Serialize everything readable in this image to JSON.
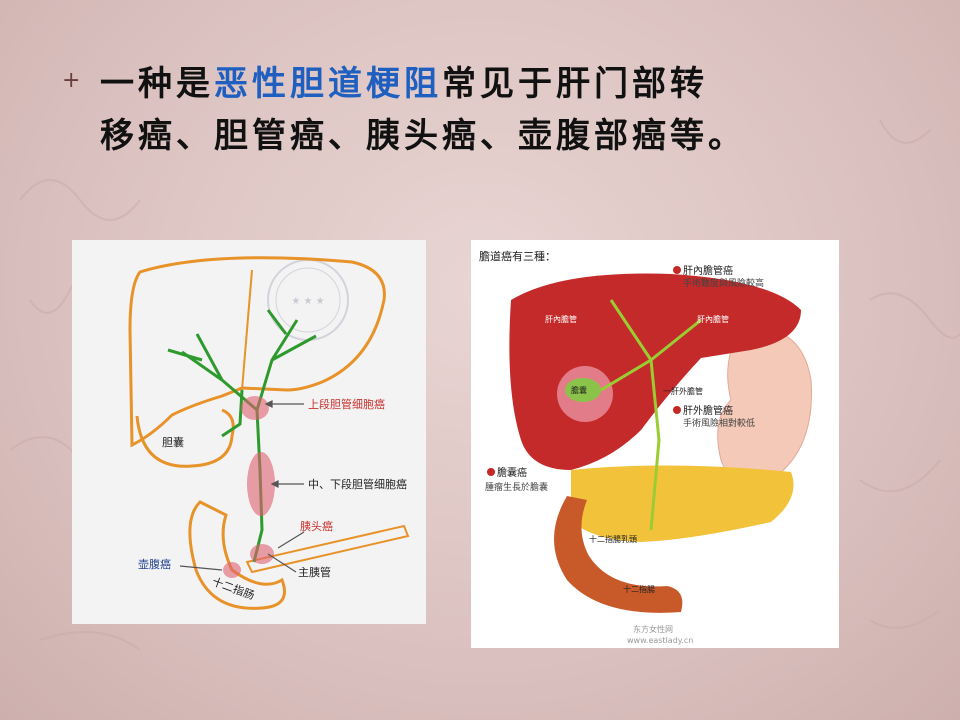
{
  "bullet": {
    "line1_pre": "一种是",
    "line1_highlight": "恶性胆道梗阻",
    "line1_post": "常见于肝门部转",
    "line2": "移癌、胆管癌、胰头癌、壶腹部癌等。"
  },
  "left_diagram": {
    "label_upper": "上段胆管细胞癌",
    "label_mid": "中、下段胆管细胞癌",
    "label_pancreas_head": "胰头癌",
    "label_main_duct": "主胰管",
    "label_ampulla": "壶腹癌",
    "label_gallbladder": "胆囊",
    "label_duodenum": "十二指肠"
  },
  "right_diagram": {
    "title": "膽道癌有三種：",
    "item1_title": "肝內膽管癌",
    "item1_sub": "手術難度與風險較高",
    "liver_duct_left": "肝內膽管",
    "liver_duct_right": "肝內膽管",
    "gallbladder": "膽囊",
    "common_hepatic": "一肝外膽管",
    "item2_title": "肝外膽管癌",
    "item2_sub": "手術風險相對較低",
    "item3_title": "膽囊癌",
    "item3_sub": "腫瘤生長於膽囊",
    "papilla": "十二指腸乳頭",
    "duodenum": "十二指腸",
    "watermark1": "东方女性网",
    "watermark2": "www.eastlady.cn"
  },
  "colors": {
    "highlight": "#1f5fbf",
    "tumor": "#e06070",
    "duct": "#2e9a2e",
    "organ_outline": "#e8922a"
  }
}
